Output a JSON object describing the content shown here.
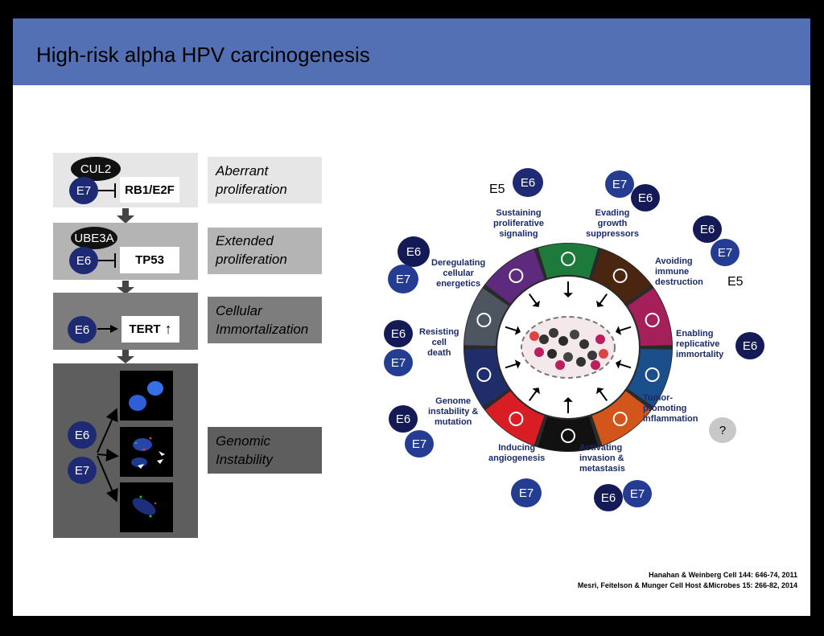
{
  "slide": {
    "title": "High-risk alpha HPV carcinogenesis"
  },
  "left_flow": {
    "step1": {
      "complex": "CUL2",
      "oncoprotein": "E7",
      "target": "RB1/E2F",
      "outcome_line1": "Aberrant",
      "outcome_line2": "proliferation"
    },
    "step2": {
      "complex": "UBE3A",
      "oncoprotein": "E6",
      "target": "TP53",
      "outcome_line1": "Extended",
      "outcome_line2": "proliferation"
    },
    "step3": {
      "oncoprotein": "E6",
      "target": "TERT",
      "up_glyph": "↑",
      "outcome_line1": "Cellular",
      "outcome_line2": "Immortalization"
    },
    "step4": {
      "oncoprotein_a": "E6",
      "oncoprotein_b": "E7",
      "outcome_line1": "Genomic",
      "outcome_line2": "Instability"
    }
  },
  "hallmarks": {
    "center_label": "",
    "items": [
      {
        "lines": [
          "Sustaining",
          "proliferative",
          "signaling"
        ]
      },
      {
        "lines": [
          "Evading",
          "growth",
          "suppressors"
        ]
      },
      {
        "lines": [
          "Avoiding",
          "immune",
          "destruction"
        ]
      },
      {
        "lines": [
          "Enabling",
          "replicative",
          "immortality"
        ]
      },
      {
        "lines": [
          "Tumor-",
          "promoting",
          "inflammation"
        ]
      },
      {
        "lines": [
          "Activating",
          "invasion &",
          "metastasis"
        ]
      },
      {
        "lines": [
          "Inducing",
          "angiogenesis"
        ]
      },
      {
        "lines": [
          "Genome",
          "instability &",
          "mutation"
        ]
      },
      {
        "lines": [
          "Resisting",
          "cell",
          "death"
        ]
      },
      {
        "lines": [
          "Deregulating",
          "cellular",
          "energetics"
        ]
      }
    ],
    "segment_colors": [
      "#1e7a3a",
      "#4a2510",
      "#a5205a",
      "#1a4f8c",
      "#d2561c",
      "#111111",
      "#d81e24",
      "#1f2e6b",
      "#4d5560",
      "#5e2a7e"
    ],
    "badges": {
      "e5_top": "E5",
      "e6_top": "E6",
      "e7_suppr": "E7",
      "e6_suppr": "E6",
      "e6_immune": "E6",
      "e7_immune": "E7",
      "e5_immune": "E5",
      "e6_immortal": "E6",
      "unknown_inflammation": "?",
      "e6_invasion": "E6",
      "e7_invasion": "E7",
      "e7_angio": "E7",
      "e6_genome": "E6",
      "e7_genome": "E7",
      "e6_death": "E6",
      "e7_death": "E7",
      "e6_energetics": "E6",
      "e7_energetics": "E7"
    }
  },
  "references": {
    "ref1": "Hanahan & Weinberg Cell 144: 646-74, 2011",
    "ref2": "Mesri, Feitelson & Munger Cell Host &Microbes 15: 266-82, 2014"
  }
}
